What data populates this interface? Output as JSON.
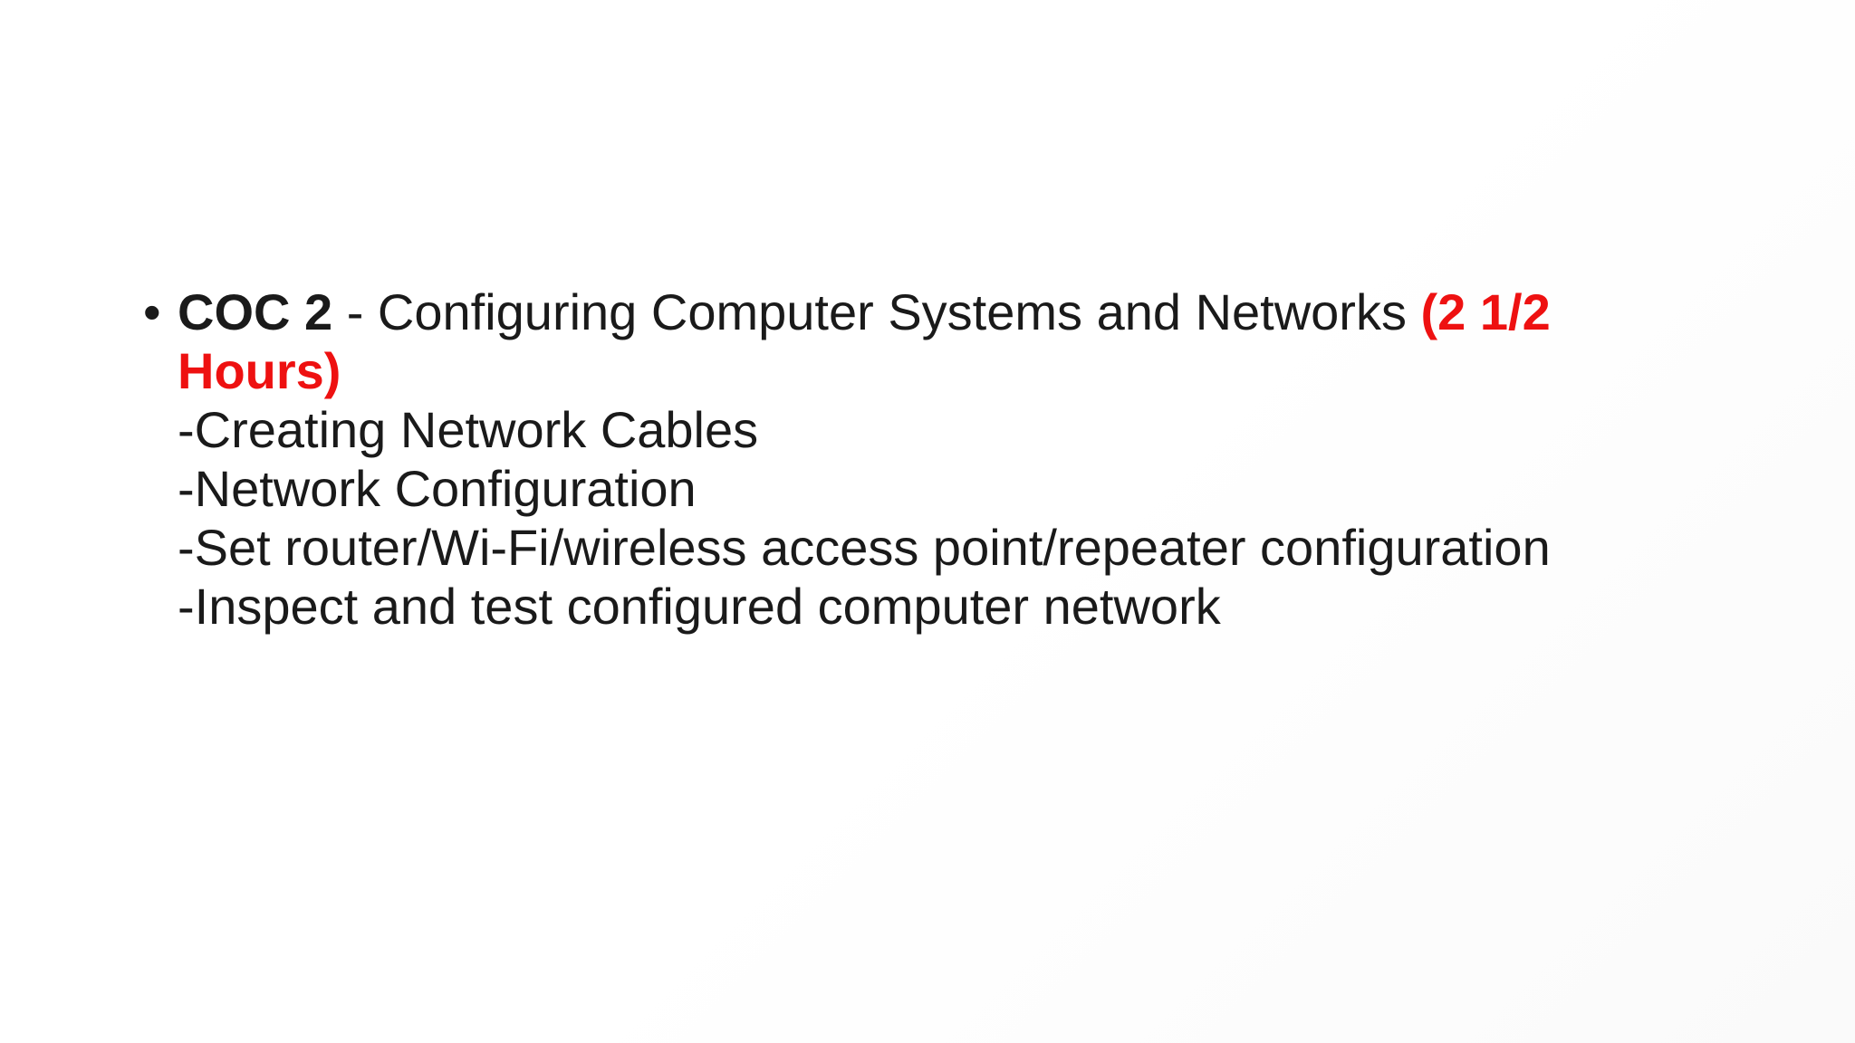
{
  "colors": {
    "text": "#1a1a1a",
    "accent": "#ee1111",
    "background": "#ffffff"
  },
  "bullet": {
    "mark": "•",
    "title_bold": "COC 2",
    "title_rest": " - Configuring Computer Systems and Networks ",
    "duration_line1": "(2 1/2",
    "duration_line2": "Hours)",
    "items": [
      "-Creating Network Cables",
      "-Network Configuration",
      "-Set router/Wi-Fi/wireless access point/repeater configuration",
      "-Inspect and test configured computer network"
    ]
  }
}
